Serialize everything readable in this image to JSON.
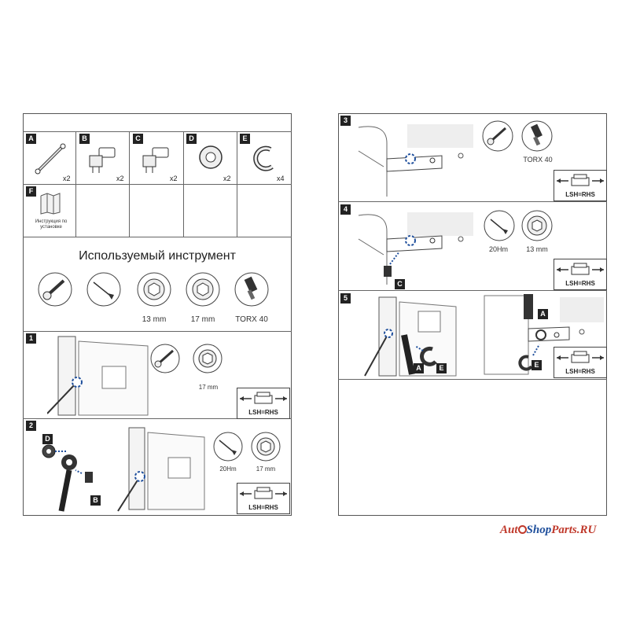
{
  "parts": [
    {
      "letter": "A",
      "qty": "x2",
      "icon": "bracket-rod-icon"
    },
    {
      "letter": "B",
      "qty": "x2",
      "icon": "bolt-icon"
    },
    {
      "letter": "C",
      "qty": "x2",
      "icon": "bolt-icon"
    },
    {
      "letter": "D",
      "qty": "x2",
      "icon": "washer-icon"
    },
    {
      "letter": "E",
      "qty": "x4",
      "icon": "clip-icon"
    },
    {
      "letter": "F",
      "qty": "",
      "icon": "manual-icon",
      "caption": "Инструкция по установке"
    }
  ],
  "tools": {
    "title": "Используемый инструмент",
    "items": [
      {
        "icon": "ratchet-icon",
        "caption": ""
      },
      {
        "icon": "torque-wrench-icon",
        "caption": ""
      },
      {
        "icon": "socket-icon",
        "caption": "13 mm"
      },
      {
        "icon": "socket-icon",
        "caption": "17 mm"
      },
      {
        "icon": "torx-bit-icon",
        "caption": "TORX 40"
      }
    ]
  },
  "steps": {
    "s1": {
      "number": "1",
      "tool_caption": "17 mm",
      "dir": "LSH=RHS"
    },
    "s2": {
      "number": "2",
      "labels": [
        "D",
        "B"
      ],
      "torque": "20Hm",
      "socket": "17 mm",
      "dir": "LSH=RHS"
    },
    "s3": {
      "number": "3",
      "tool_caption": "TORX 40",
      "dir": "LSH=RHS"
    },
    "s4": {
      "number": "4",
      "label": "C",
      "torque": "20Hm",
      "socket": "13 mm",
      "dir": "LSH=RHS"
    },
    "s5": {
      "number": "5",
      "labels": [
        "A",
        "E",
        "A",
        "E"
      ],
      "dir": "LSH=RHS"
    }
  },
  "watermark": {
    "part1": "Aut",
    "part2": "Shop",
    "part3": "Parts.RU"
  }
}
